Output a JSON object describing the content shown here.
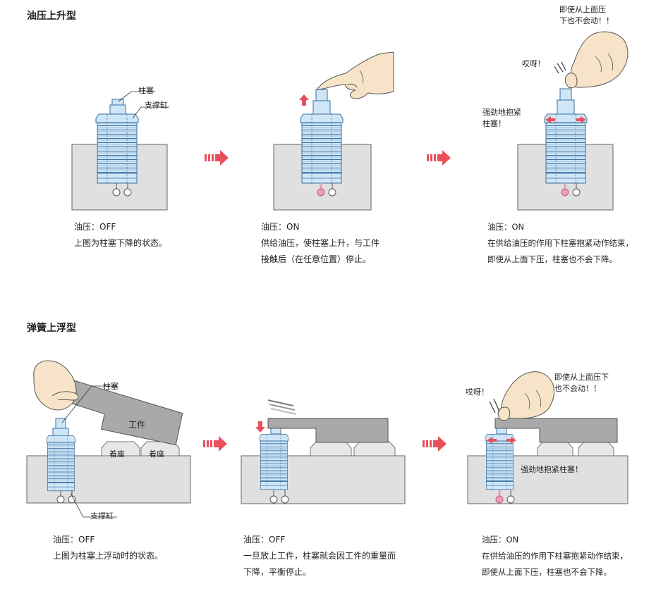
{
  "sections": [
    {
      "title": "油压上升型",
      "panels": [
        {
          "caption_line1": "油压：OFF",
          "caption_line2": "上图为柱塞下降的状态。",
          "caption_line3": "",
          "label_plunger": "柱塞",
          "label_cylinder": "支撑缸"
        },
        {
          "caption_line1": "油压：ON",
          "caption_line2": "供给油压，使柱塞上升，与工件",
          "caption_line3": "接触后（在任意位置）停止。"
        },
        {
          "caption_line1": "油压：ON",
          "caption_line2": "在供给油压的作用下柱塞抱紧动作结束，",
          "caption_line3": "即使从上面下压，柱塞也不会下降。",
          "callout_top_1": "即使从上面压",
          "callout_top_2": "下也不会动！！",
          "callout_ouch": "哎呀！",
          "callout_clamp_1": "强劲地抱紧",
          "callout_clamp_2": "柱塞！"
        }
      ]
    },
    {
      "title": "弹簧上浮型",
      "panels": [
        {
          "caption_line1": "油压：OFF",
          "caption_line2": "上图为柱塞上浮动时的状态。",
          "caption_line3": "",
          "label_plunger": "柱塞",
          "label_cylinder": "支撑缸",
          "label_workpiece": "工件",
          "label_seat_1": "着座",
          "label_seat_2": "着座"
        },
        {
          "caption_line1": "油压：OFF",
          "caption_line2": "一旦放上工件，柱塞就会因工件的重量而",
          "caption_line3": "下降，平衡停止。"
        },
        {
          "caption_line1": "油压：ON",
          "caption_line2": "在供给油压的作用下柱塞抱紧动作结束，",
          "caption_line3": "即使从上面下压，柱塞也不会下降。",
          "callout_top_1": "即使从上面压下",
          "callout_top_2": "也不会动！！",
          "callout_ouch": "哎呀！",
          "callout_clamp": "强劲地抱紧柱塞！"
        }
      ]
    }
  ],
  "colors": {
    "cylinder_blue": "#cfe6f7",
    "cylinder_stroke": "#3a6fa0",
    "piston_pink": "#e8a0b4",
    "arrow_red": "#e8505b",
    "block_gray": "#e0e0e0",
    "workpiece_gray": "#a9a9a9",
    "hand_skin": "#f6e3c8"
  }
}
